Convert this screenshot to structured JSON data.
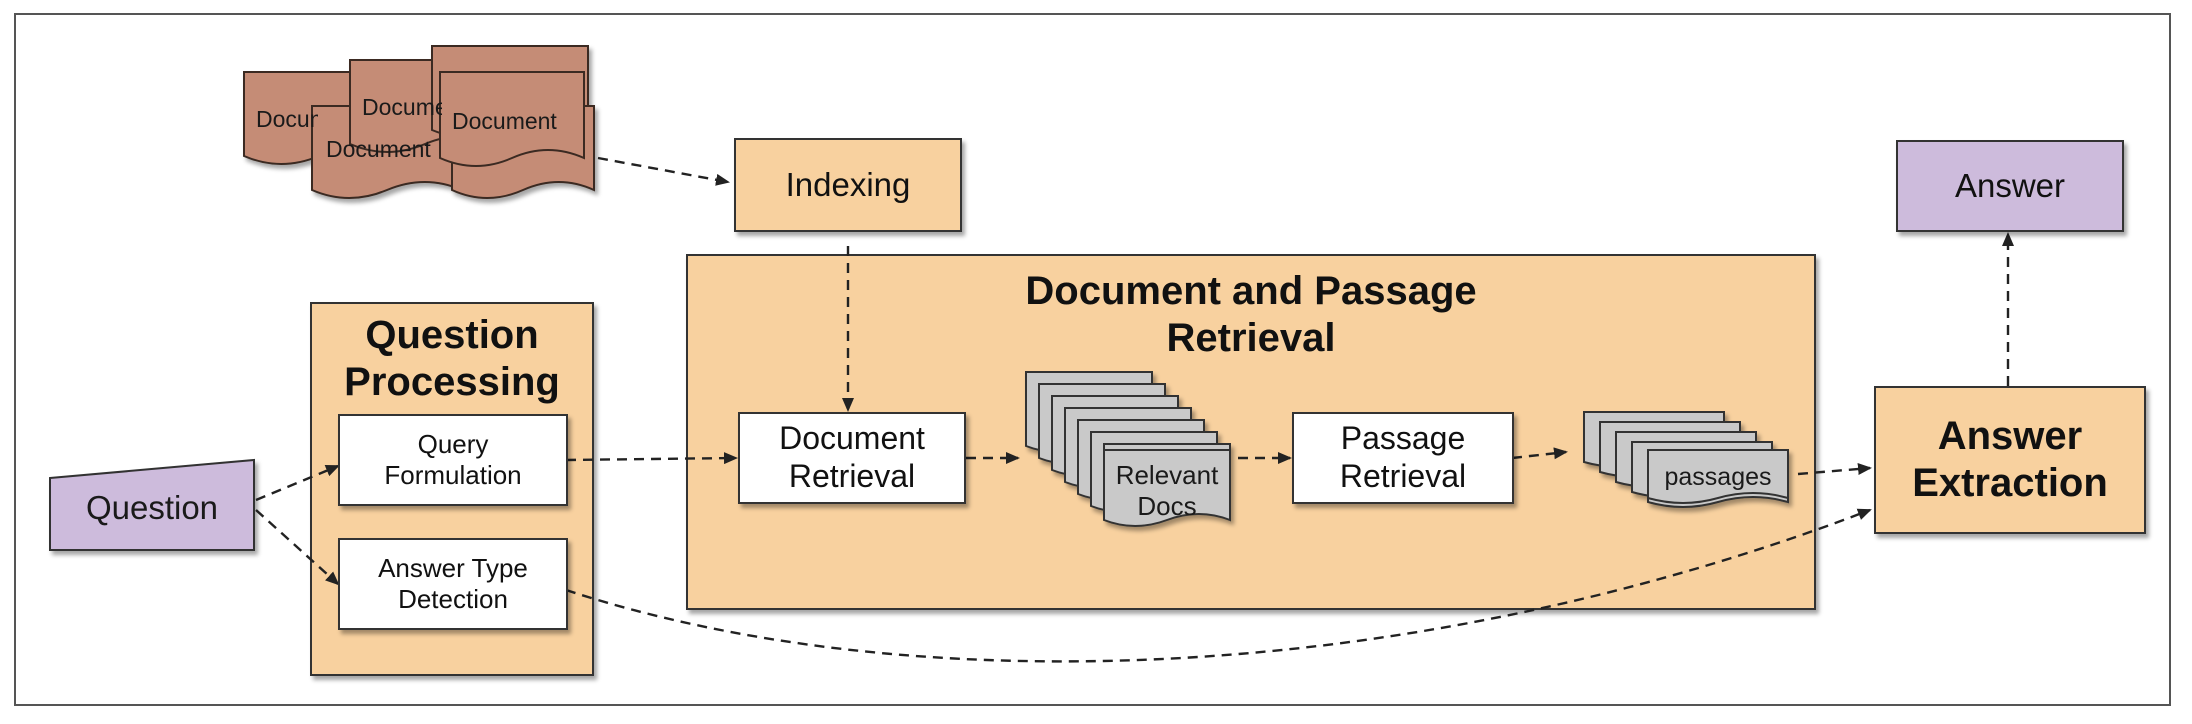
{
  "nodes": {
    "documents_label": "Document",
    "indexing": "Indexing",
    "question": "Question",
    "question_processing": "Question\nProcessing",
    "query_formulation": "Query\nFormulation",
    "answer_type_detection": "Answer Type\nDetection",
    "doc_passage_retrieval": "Document and Passage\nRetrieval",
    "document_retrieval": "Document\nRetrieval",
    "relevant_docs": "Relevant\nDocs",
    "passage_retrieval": "Passage\nRetrieval",
    "passages": "passages",
    "answer_extraction": "Answer\nExtraction",
    "answer": "Answer"
  },
  "colors": {
    "peach": "#f8d19f",
    "purple": "#cdbbdc",
    "document": "#c58c76",
    "stack_gray": "#c9c9c9",
    "border": "#333333"
  }
}
